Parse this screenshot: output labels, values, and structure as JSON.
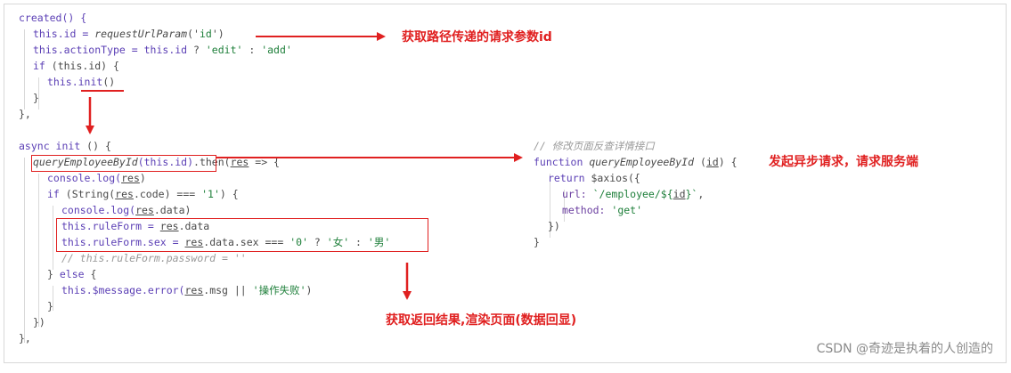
{
  "left_code": {
    "l1": "created() {",
    "l2_a": "this.id = ",
    "l2_b": "requestUrlParam",
    "l2_c": "('",
    "l2_d": "id",
    "l2_e": "')",
    "l3_a": "this.actionType = ",
    "l3_b": "this.id",
    "l3_c": " ? ",
    "l3_d": "'edit'",
    "l3_e": " : ",
    "l3_f": "'add'",
    "l4_a": "if",
    "l4_b": " (this.id) {",
    "l5_a": "this.",
    "l5_b": "init",
    "l5_c": "()",
    "l6": "}",
    "l7": "},",
    "l8_a": "async",
    "l8_b": " init",
    "l8_c": " () {",
    "l9_a": "queryEmployeeById",
    "l9_b": "(this.id)",
    "l9_c": ".then(",
    "l9_d": "res",
    "l9_e": " => {",
    "l10_a": "console.log(",
    "l10_b": "res",
    "l10_c": ")",
    "l11_a": "if",
    "l11_b": " (String(",
    "l11_c": "res",
    "l11_d": ".code) === ",
    "l11_e": "'1'",
    "l11_f": ") {",
    "l12_a": "console.log(",
    "l12_b": "res",
    "l12_c": ".data)",
    "l13_a": "this.ruleForm = ",
    "l13_b": "res",
    "l13_c": ".data",
    "l14_a": "this.ruleForm.sex = ",
    "l14_b": "res",
    "l14_c": ".data.sex === ",
    "l14_d": "'0'",
    "l14_e": " ? ",
    "l14_f": "'女'",
    "l14_g": " : ",
    "l14_h": "'男'",
    "l15": "// this.ruleForm.password = ''",
    "l16_a": "} ",
    "l16_b": "else",
    "l16_c": " {",
    "l17_a": "this.$message.error(",
    "l17_b": "res",
    "l17_c": ".msg || ",
    "l17_d": "'操作失败'",
    "l17_e": ")",
    "l18": "}",
    "l19": "})",
    "l20": "},"
  },
  "right_code": {
    "r1": "// 修改页面反查详情接口",
    "r2_a": "function",
    "r2_b": " queryEmployeeById",
    "r2_c": " (",
    "r2_d": "id",
    "r2_e": ") {",
    "r3_a": "return",
    "r3_b": " $axios({",
    "r4_a": "url: ",
    "r4_b": "`/employee/${",
    "r4_c": "id",
    "r4_d": "}`",
    "r4_e": ",",
    "r5_a": "method: ",
    "r5_b": "'get'",
    "r6": "})",
    "r7": "}"
  },
  "annotations": {
    "get_param": "获取路径传递的请求参数id",
    "async_request": "发起异步请求，请求服务端",
    "render_result": "获取返回结果,渲染页面(数据回显)"
  },
  "watermark": "CSDN @奇迹是执着的人创造的",
  "colors": {
    "annotation": "#e02020",
    "keyword": "#5b3fb5",
    "string": "#1e7f3a",
    "comment": "#9a9a9a"
  }
}
